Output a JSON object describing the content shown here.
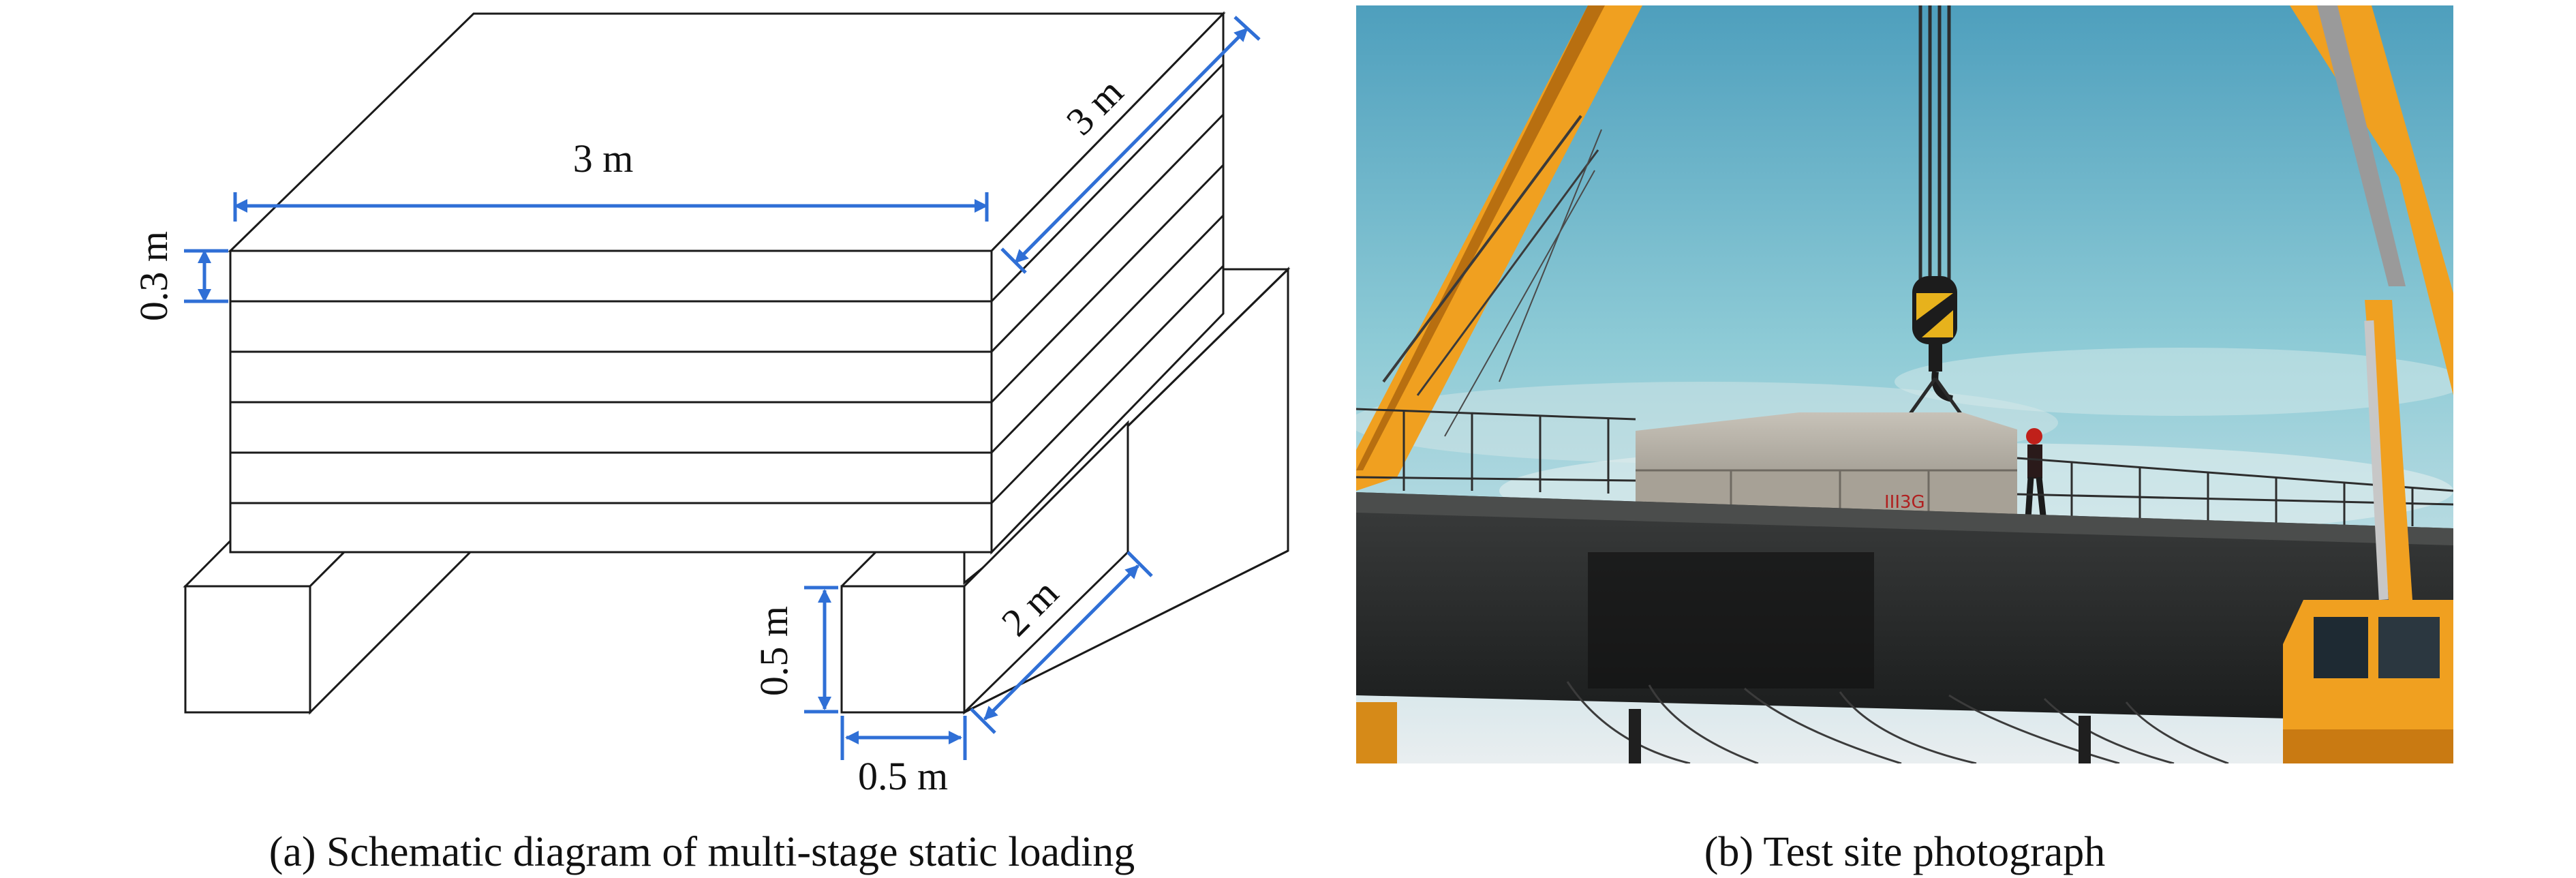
{
  "diagram": {
    "dimensions": {
      "slab_length": "3 m",
      "slab_depth": "3 m",
      "layer_thickness": "0.3 m",
      "support_height": "0.5 m",
      "support_width": "0.5 m",
      "support_length": "2 m"
    },
    "layer_count": 6,
    "accent_color": "#2f6fd6"
  },
  "captions": {
    "left": "(a) Schematic diagram of multi-stage static loading",
    "right": "(b) Test site photograph"
  },
  "photo": {
    "sign_text": "III3G",
    "sky_top": "#5aa7c2",
    "crane_color": "#f0a020"
  }
}
